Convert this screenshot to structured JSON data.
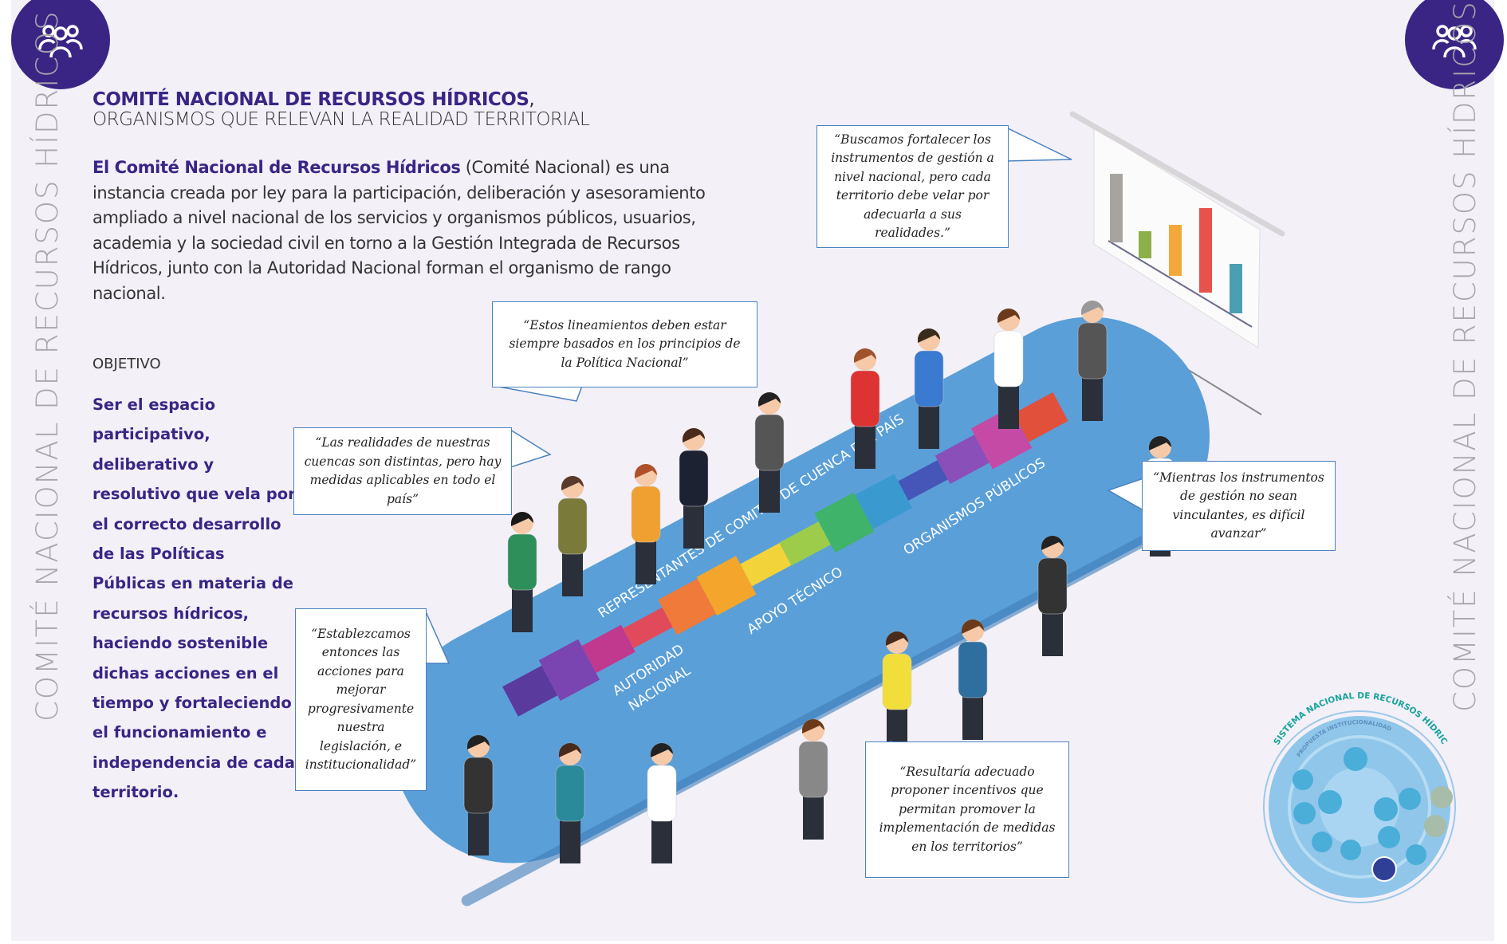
{
  "side_label": "COMITÉ NACIONAL DE RECURSOS HÍDRICOS",
  "header": {
    "title_bold": "COMITÉ NACIONAL DE RECURSOS HÍDRICOS",
    "title_comma": ",",
    "subtitle": "ORGANISMOS QUE RELEVAN LA REALIDAD TERRITORIAL"
  },
  "intro": {
    "bold": "El Comité Nacional de Recursos Hídricos",
    "rest": " (Comité Nacional) es una instancia creada por ley para la participación, deliberación y asesoramiento ampliado a nivel nacional de los servicios y organismos públicos, usuarios, academia y la sociedad civil en torno a la Gestión Integrada de Recursos Hídricos, junto con la Autoridad Nacional forman el organismo de rango nacional."
  },
  "objective": {
    "label": "OBJETIVO",
    "text": "Ser el espacio participativo, deliberativo y resolutivo que vela por el correcto desarrollo de las Políticas Públicas en materia de recursos hídricos, haciendo sostenible dichas acciones en el tiempo y fortaleciendo el funcionamiento e independencia de cada territorio."
  },
  "quotes": [
    "“Buscamos fortalecer los instrumentos de gestión a nivel nacional, pero cada territorio debe velar por adecuarla a sus realidades.”",
    "“Estos lineamientos deben estar siempre basados en los principios de la Política Nacional”",
    "“Las realidades de nuestras cuencas son distintas, pero hay medidas aplicables en todo el país”",
    "“Mientras los instrumentos de gestión no sean vinculantes, es difícil avanzar”",
    "“Establezcamos entonces las acciones para mejorar progresivamente nuestra legislación, e institucionalidad”",
    "“Resultaría adecuado proponer incentivos que permitan promover la implementación de medidas en los territorios”"
  ],
  "table_labels": {
    "representatives": "REPRESENTANTES DE COMITÉS DE CUENCA DEL PAÍS",
    "public_bodies": "ORGANISMOS PÚBLICOS",
    "technical_support": "APOYO TÉCNICO",
    "authority_line1": "AUTORIDAD",
    "authority_line2": "NACIONAL"
  },
  "system_diagram": {
    "title": "SISTEMA NACIONAL DE RECURSOS HÍDRICOS",
    "inner_title": "PROPUESTA INSTITUCIONALIDAD"
  },
  "colors": {
    "brand_purple": "#3a2585",
    "table_blue": "#5a9fd8",
    "bubble_border": "#4a82c0",
    "background": "#f3f0f8"
  }
}
